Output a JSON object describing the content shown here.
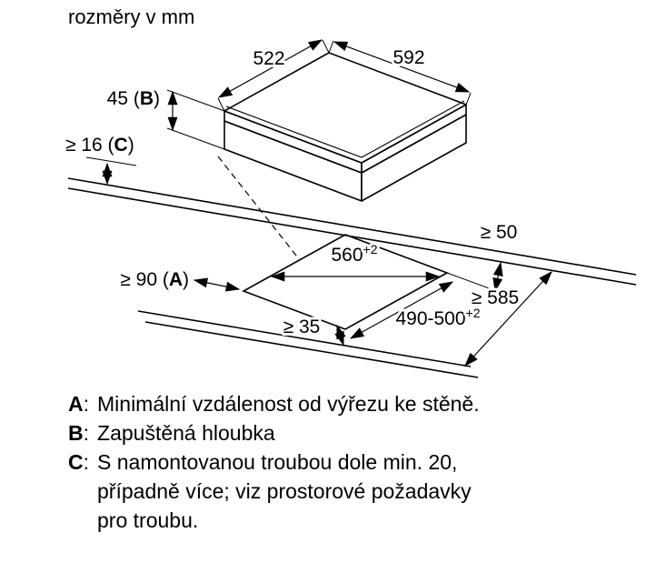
{
  "title": "rozměry v mm",
  "colors": {
    "ink": "#000000",
    "background": "#ffffff"
  },
  "diagram": {
    "hob_width_back_left": "522",
    "hob_width_back_right": "592",
    "recessed_depth": {
      "prefix": "45 (",
      "letter": "B",
      "suffix": ")"
    },
    "clearance_below_worktop": {
      "prefix": "≥ 16 (",
      "letter": "C",
      "suffix": ")"
    },
    "clearance_side": {
      "prefix": "≥ 90 (",
      "letter": "A",
      "suffix": ")"
    },
    "clearance_rear": "≥ 50",
    "clearance_front": "≥ 35",
    "worktop_depth_min": "≥ 585",
    "cutout_width": {
      "value": "560",
      "tolerance": "+2"
    },
    "cutout_depth": {
      "value": "490-500",
      "tolerance": "+2"
    }
  },
  "legend": {
    "colon": ":",
    "items": [
      {
        "letter": "A",
        "lines": [
          "Minimální vzdálenost od výřezu ke stěně."
        ]
      },
      {
        "letter": "B",
        "lines": [
          "Zapuštěná hloubka"
        ]
      },
      {
        "letter": "C",
        "lines": [
          "S namontovanou troubou dole min. 20,",
          "případně více; viz prostorové požadavky",
          "pro troubu."
        ]
      }
    ]
  }
}
